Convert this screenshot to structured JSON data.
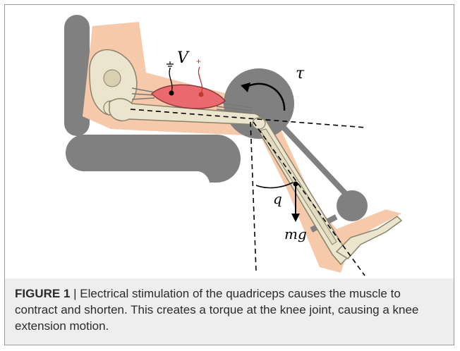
{
  "figure": {
    "label": "FIGURE 1",
    "separator": " | ",
    "caption": "Electrical stimulation of the quadriceps causes the muscle to contract and shorten. This creates a torque at the knee joint, causing a knee extension motion."
  },
  "diagram": {
    "symbols": {
      "voltage": "V",
      "torque": "τ",
      "angle": "q",
      "weight": "mg",
      "plus": "+"
    },
    "colors": {
      "skin": "#f7c9ab",
      "chair": "#808080",
      "bone": "#ece5cd",
      "muscle": "#ea6a70",
      "electrode_lead": "#c0392b"
    }
  }
}
